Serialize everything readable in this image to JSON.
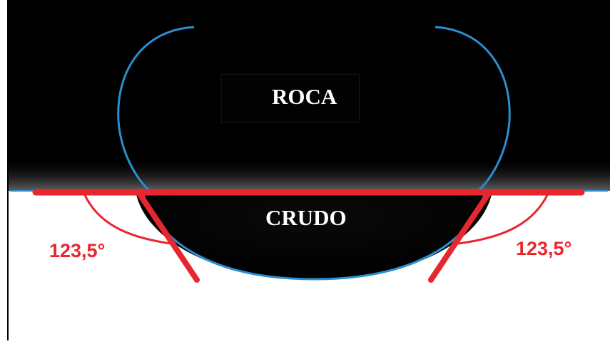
{
  "labels": {
    "top_phase": "ROCA",
    "bottom_phase": "CRUDO",
    "angle_left": "123,5°",
    "angle_right": "123,5°"
  },
  "measurement": {
    "contact_angle_left_deg": 123.5,
    "contact_angle_right_deg": 123.5
  },
  "colors": {
    "background_dark": "#000000",
    "substrate": "#ffffff",
    "droplet_outline": "#2a8fd0",
    "angle_marks": "#e8262e"
  }
}
